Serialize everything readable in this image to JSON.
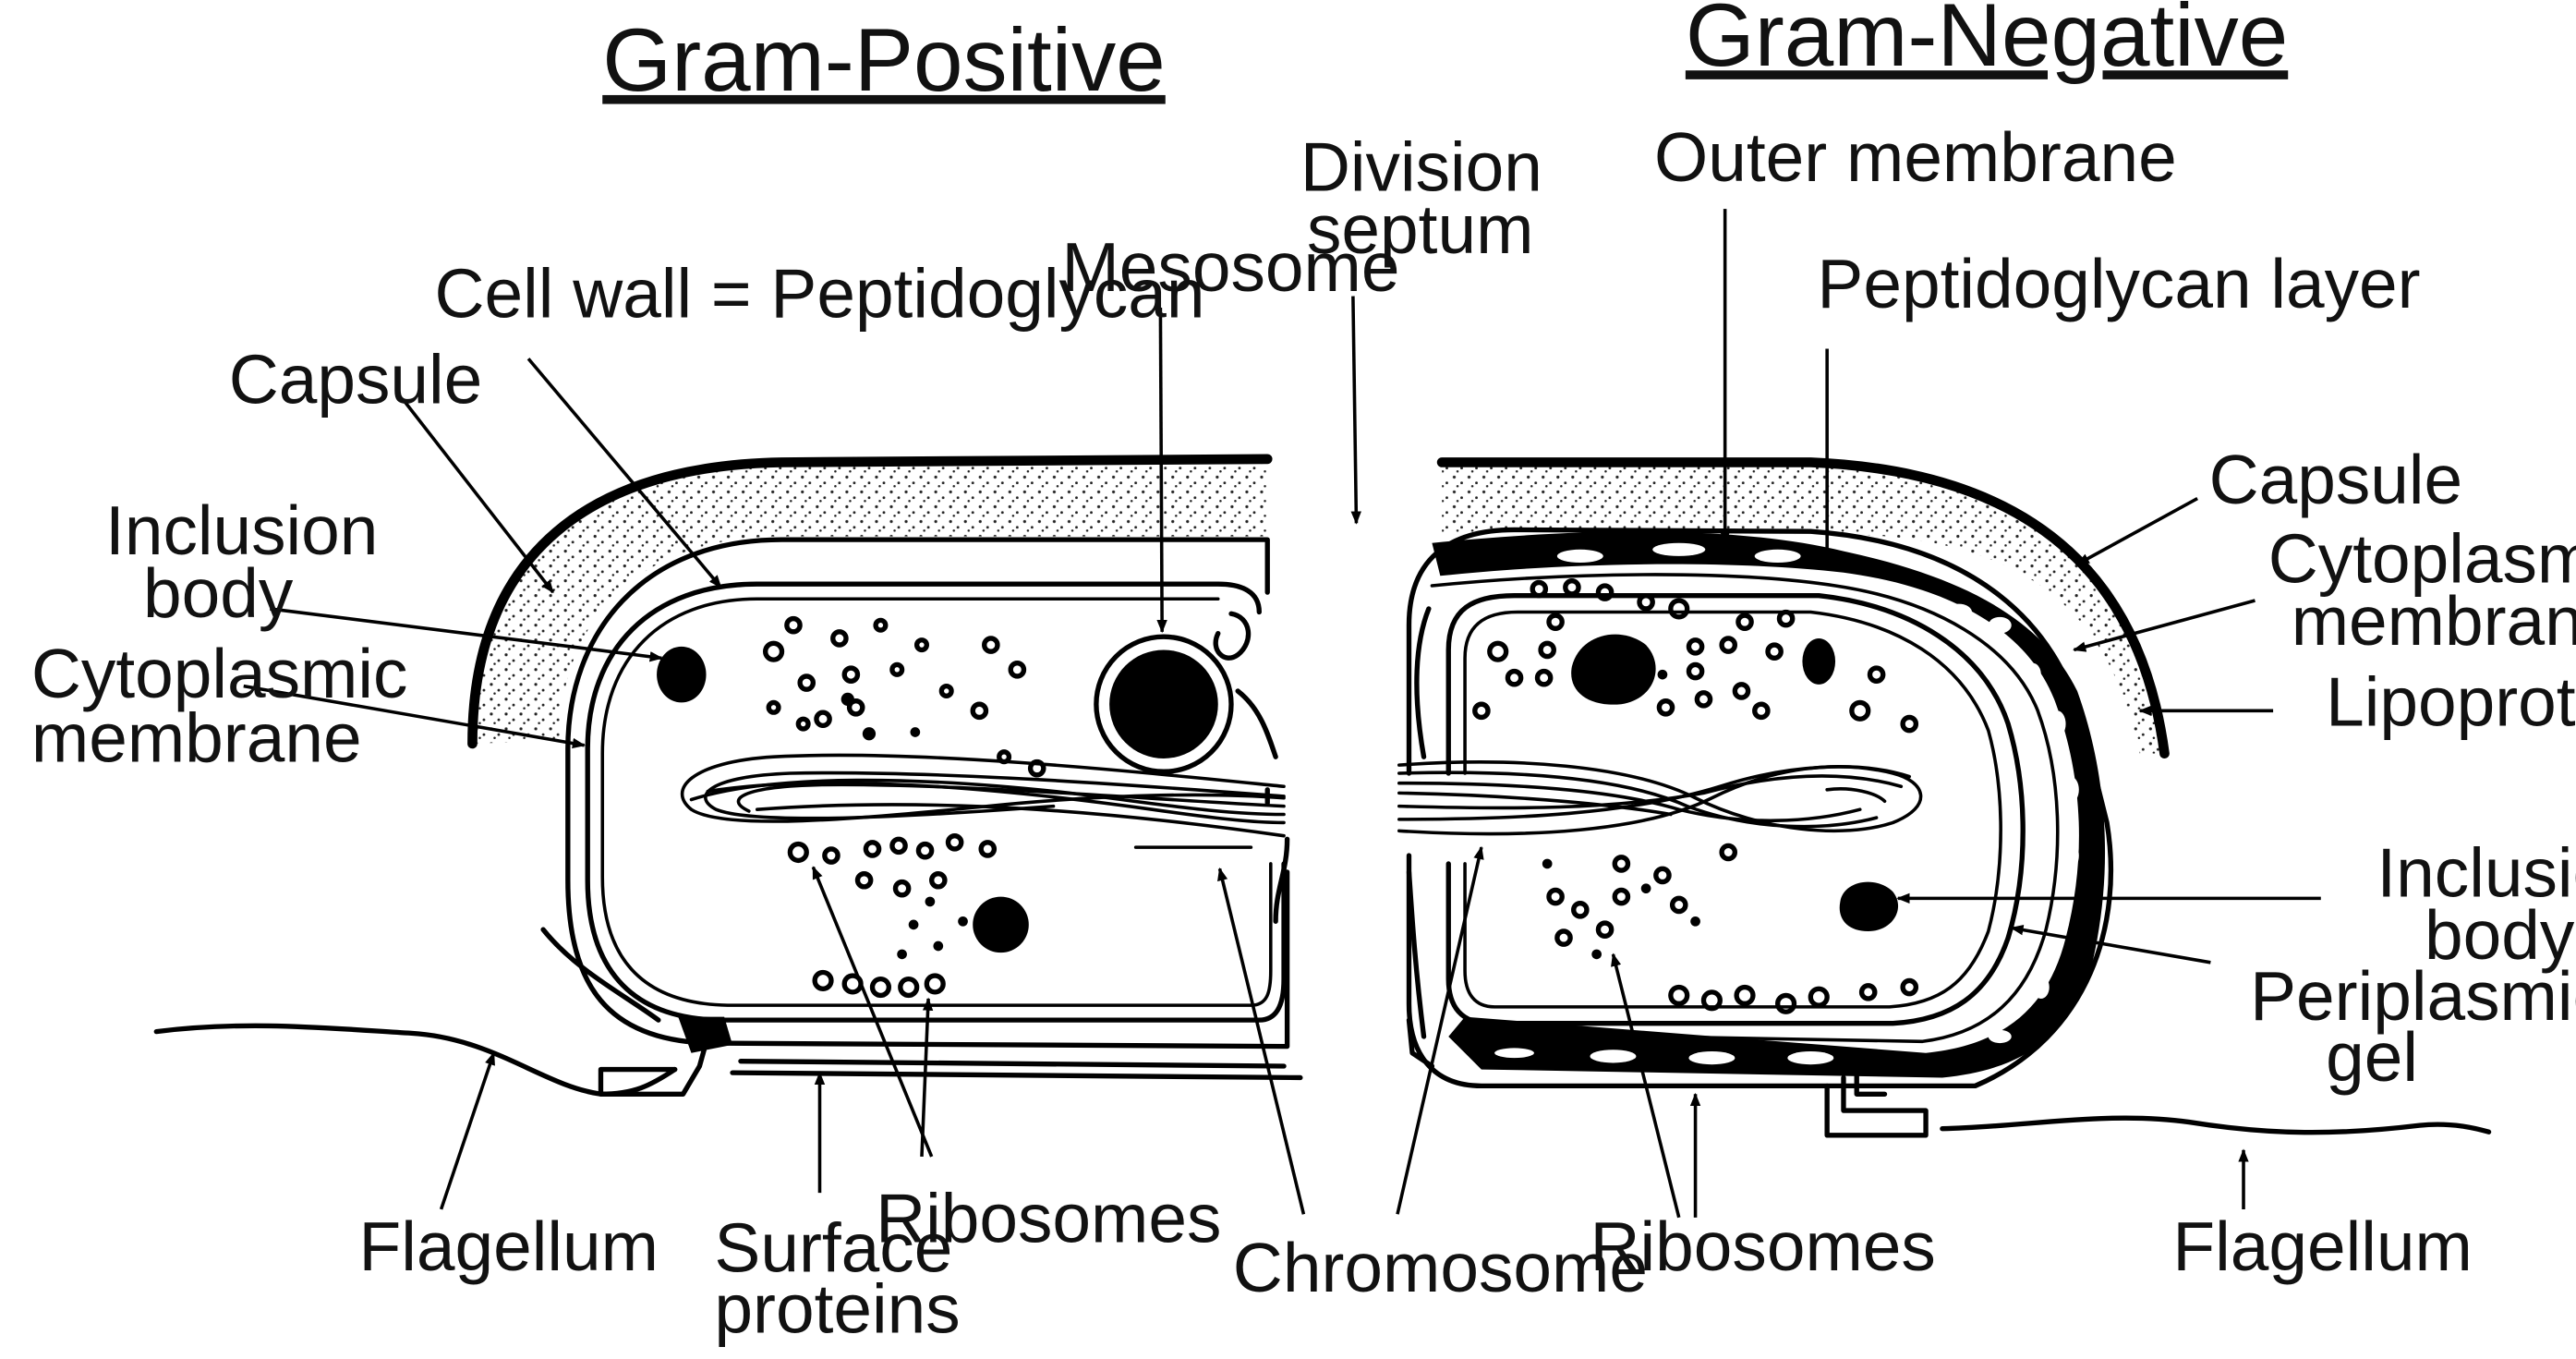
{
  "titles": {
    "positive": "Gram-Positive",
    "negative": "Gram-Negative"
  },
  "labels": {
    "division": [
      "Division",
      "septum"
    ],
    "cell_wall": "Cell wall = Peptidoglycan",
    "mesosome": "Mesosome",
    "capsule_left": "Capsule",
    "inclusion_left": [
      "Inclusion",
      "body"
    ],
    "cyto_left": [
      "Cytoplasmic",
      "membrane"
    ],
    "flagellum_left": "Flagellum",
    "surface": [
      "Surface",
      "proteins"
    ],
    "ribosomes_left": "Ribosomes",
    "chromosome": "Chromosome",
    "outer_membrane": "Outer membrane",
    "pg_layer": "Peptidoglycan layer",
    "capsule_right": "Capsule",
    "cyto_right": [
      "Cytoplasmic",
      "membrane"
    ],
    "lipoprotein": "Lipoprotein",
    "inclusion_right": [
      "Inclusion",
      "body"
    ],
    "periplasmic": [
      "Periplasmic",
      "gel"
    ],
    "ribosomes_right": "Ribosomes",
    "flagellum_right": "Flagellum"
  },
  "colors": {
    "ink": "#000000",
    "paper": "#ffffff"
  }
}
